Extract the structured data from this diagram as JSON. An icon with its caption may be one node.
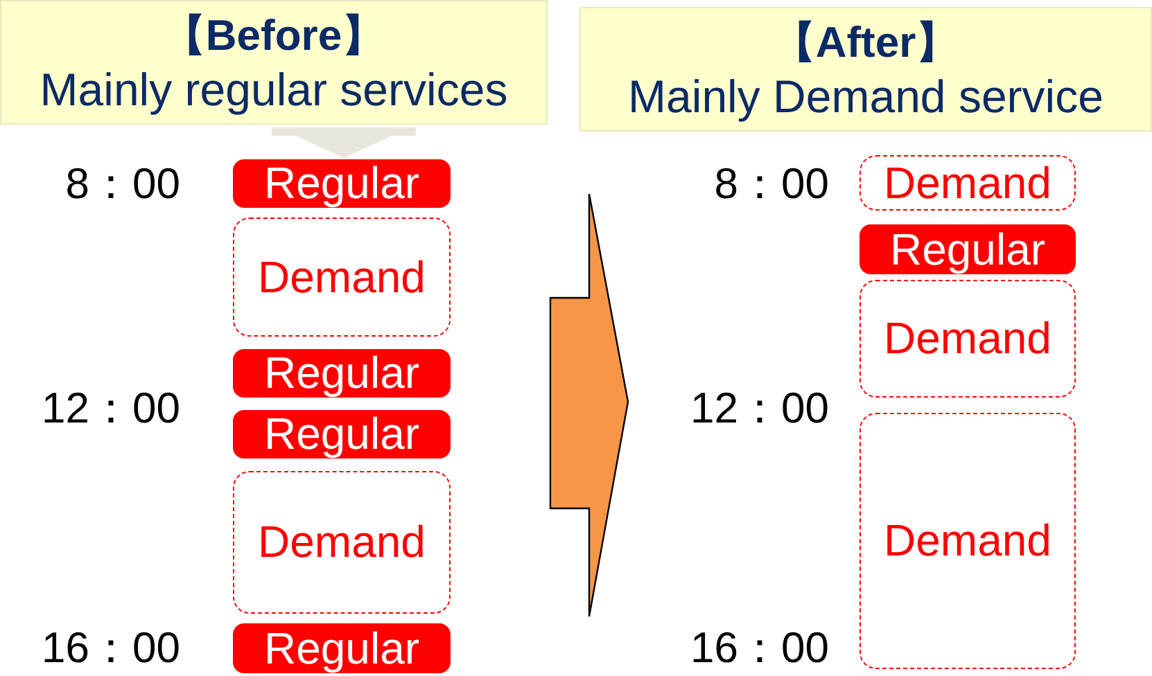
{
  "diagram": {
    "nodes": [
      {
        "text": [
          "【Before】",
          "Mainly regular services"
        ]
      },
      {
        "text": [
          "【After】",
          "Mainly Demand service"
        ]
      },
      {
        "text": [
          "Regular"
        ]
      },
      {
        "text": [
          "Demand"
        ]
      },
      {
        "text": [
          "Regular"
        ]
      },
      {
        "text": [
          "Regular"
        ]
      },
      {
        "text": [
          "Demand"
        ]
      },
      {
        "text": [
          "Regular"
        ]
      },
      {
        "text": [
          "Demand"
        ]
      },
      {
        "text": [
          "Regular"
        ]
      },
      {
        "text": [
          "Demand"
        ]
      },
      {
        "text": [
          "Demand"
        ]
      }
    ],
    "edges": [
      {
        "from": 0,
        "to": 2,
        "arrow": "to"
      }
    ],
    "labels": [
      "8：00",
      "8：00",
      "12：00",
      "12：00",
      "16：00",
      "16：00"
    ]
  }
}
